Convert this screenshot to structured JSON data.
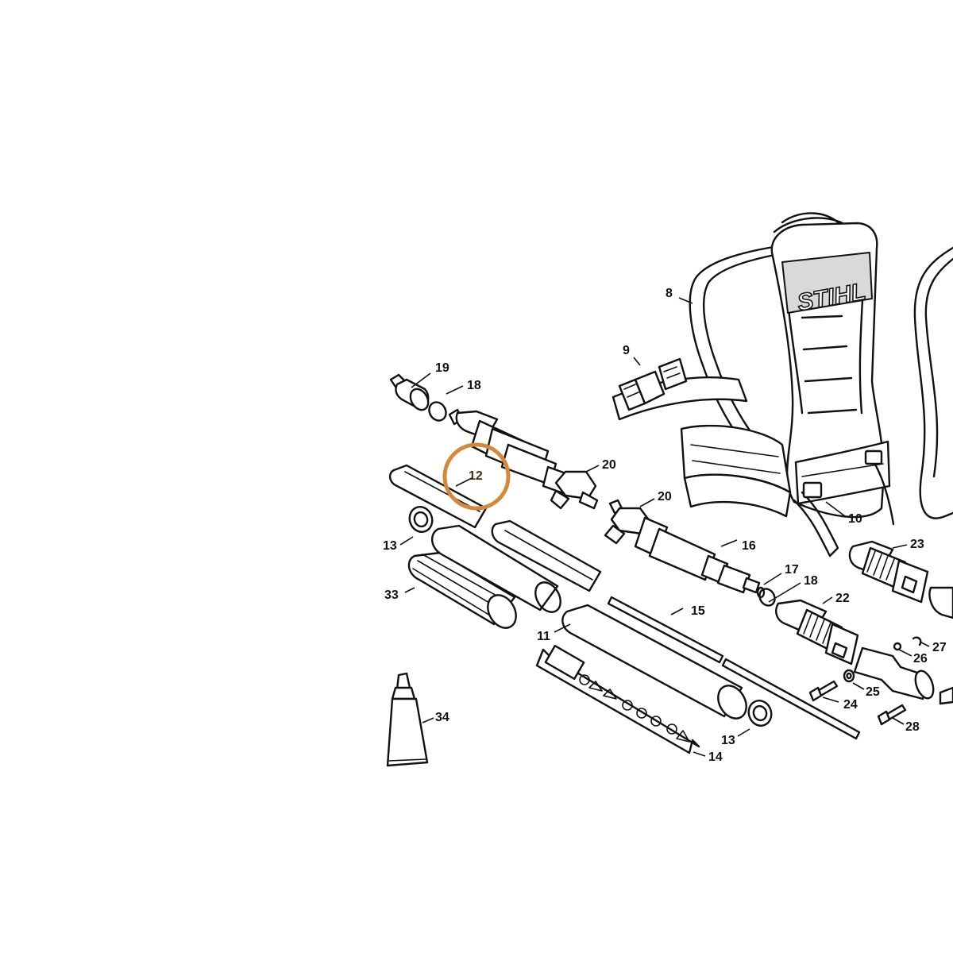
{
  "diagram": {
    "brand_logo": "STIHL",
    "highlight_color": "#d4883a",
    "highlight_text_color": "#4a2e10",
    "callouts": {
      "c8": "8",
      "c9": "9",
      "c10": "10",
      "c11": "11",
      "c12": "12",
      "c13a": "13",
      "c13b": "13",
      "c14": "14",
      "c15": "15",
      "c16": "16",
      "c17": "17",
      "c18a": "18",
      "c18b": "18",
      "c19": "19",
      "c20a": "20",
      "c20b": "20",
      "c22": "22",
      "c23": "23",
      "c24": "24",
      "c25": "25",
      "c26": "26",
      "c27": "27",
      "c28": "28",
      "c33": "33",
      "c34": "34"
    }
  }
}
